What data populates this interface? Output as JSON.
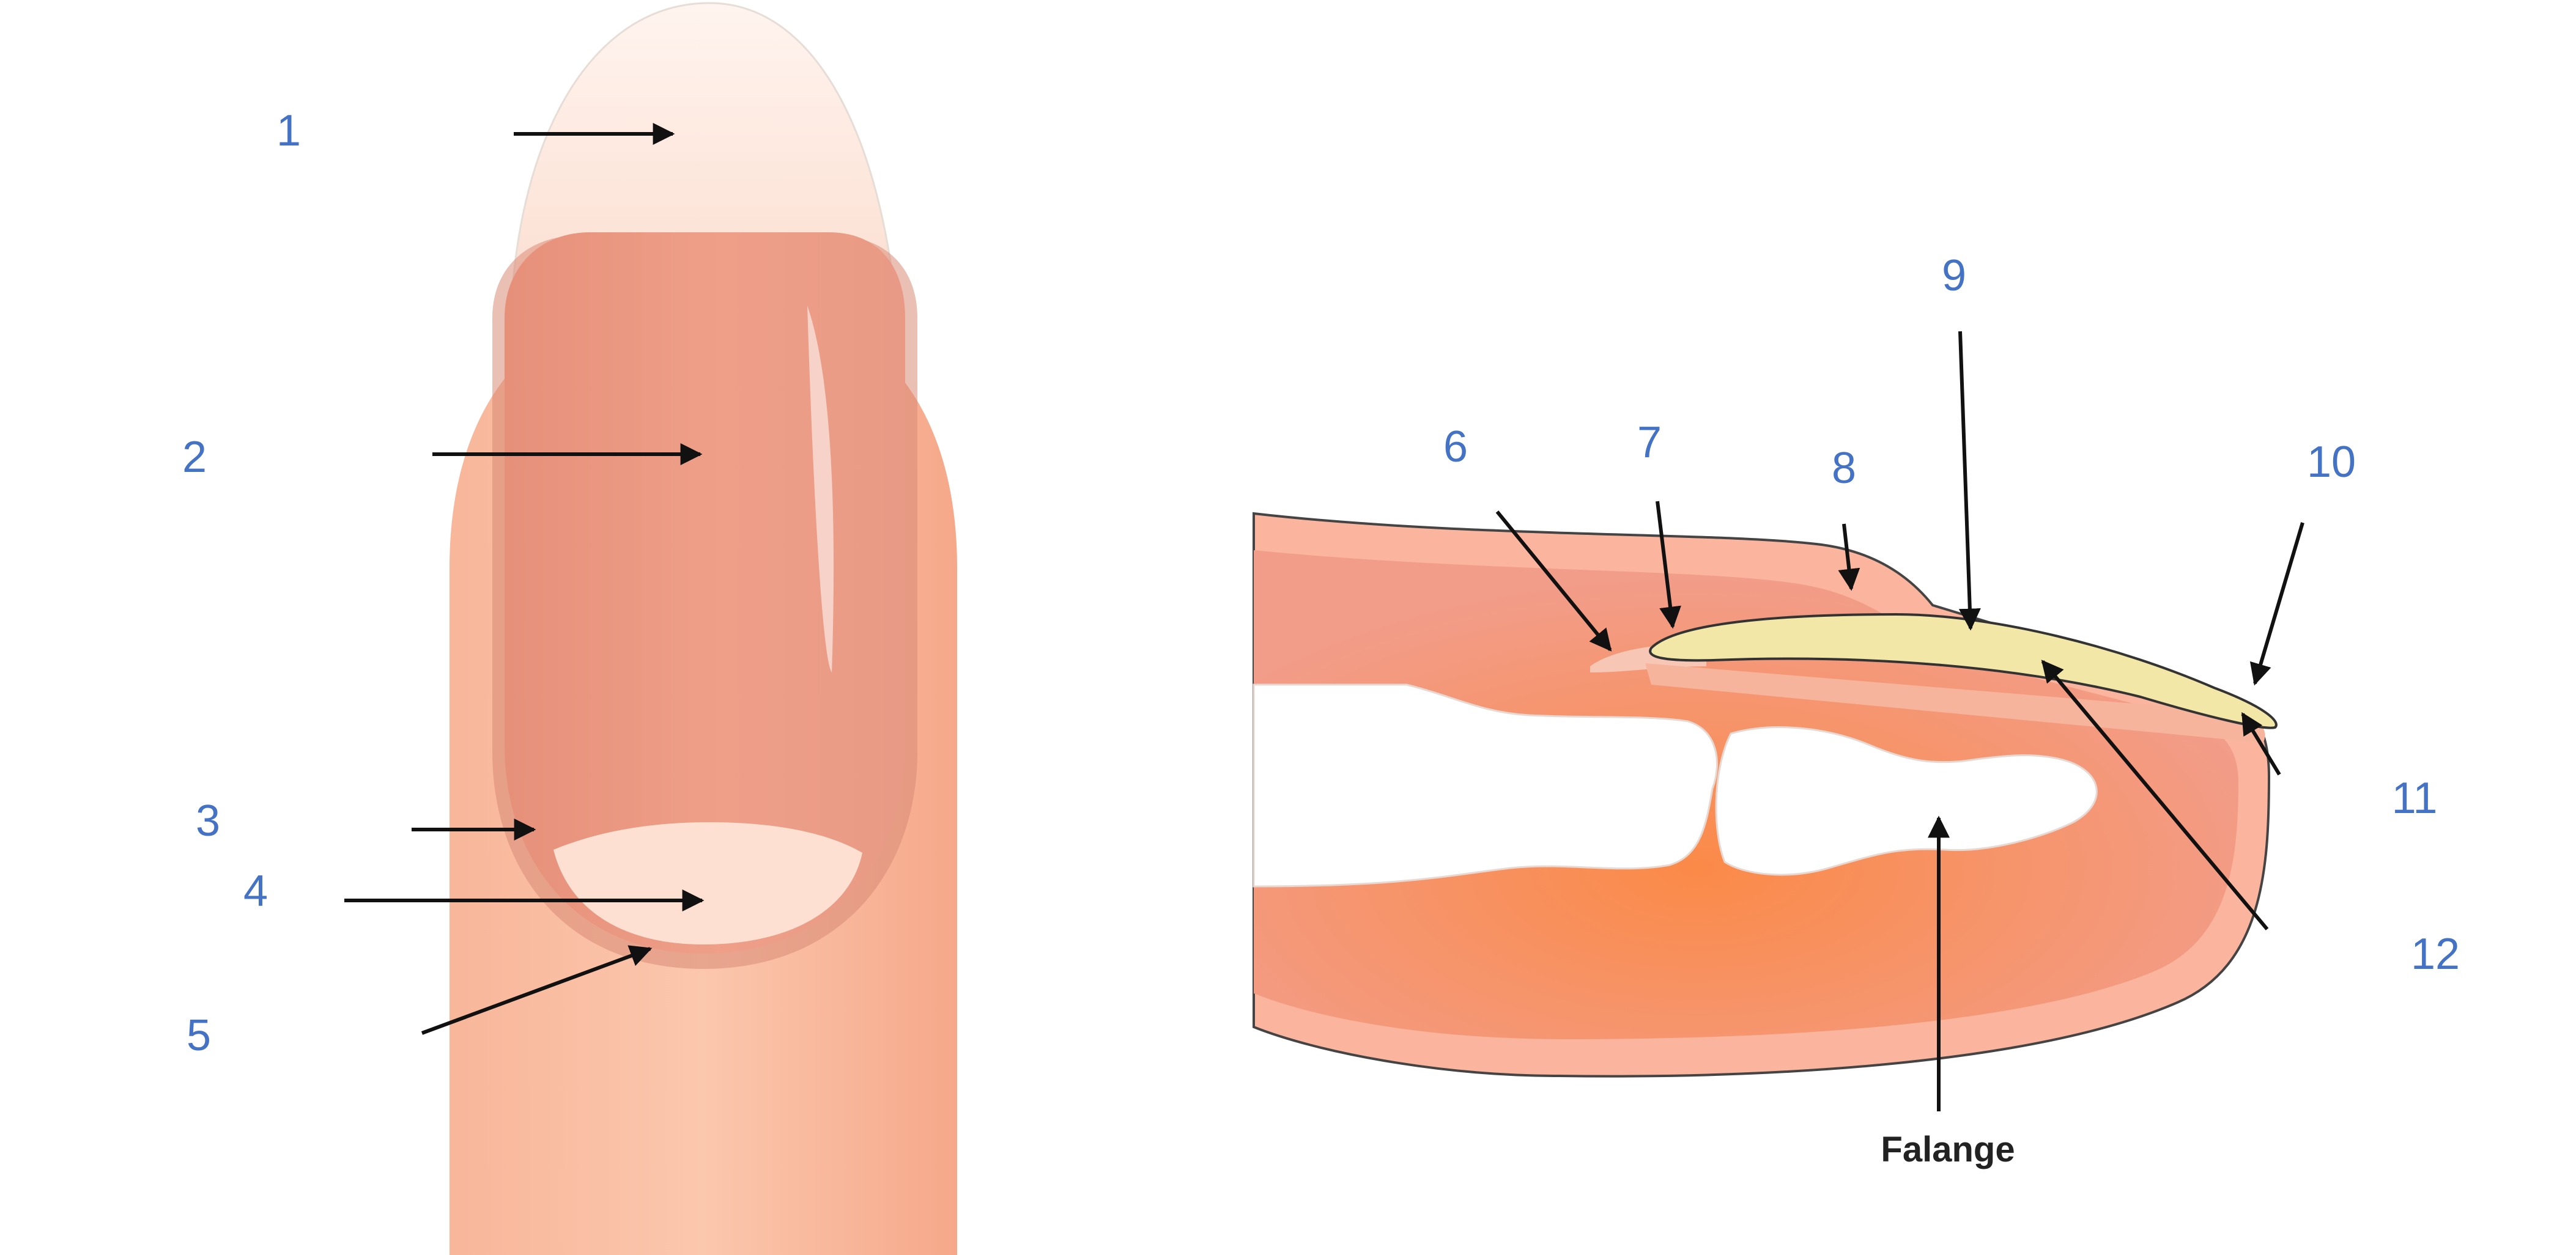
{
  "colors": {
    "label_blue": "#4472c4",
    "arrow": "#111111",
    "skin": "#f7ab8e",
    "skin_light": "#fbd3bf",
    "nail_bed": "#ec9d86",
    "nail_plate_side": "#f3e7a8",
    "bone": "#ffffff"
  },
  "labels": {
    "n1": "1",
    "n2": "2",
    "n3": "3",
    "n4": "4",
    "n5": "5",
    "n6": "6",
    "n7": "7",
    "n8": "8",
    "n9": "9",
    "n10": "10",
    "n11": "11",
    "n12": "12",
    "bone": "Falange"
  }
}
